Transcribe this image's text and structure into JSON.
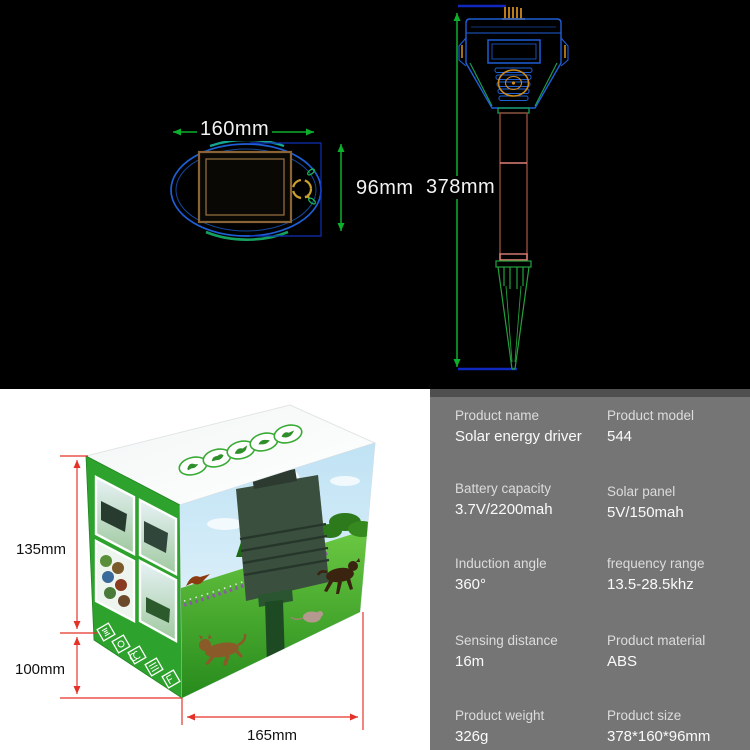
{
  "dimension_drawings": {
    "top_view": {
      "width": "160mm",
      "height": "96mm"
    },
    "side_view": {
      "height": "378mm"
    }
  },
  "package": {
    "side_height": "135mm",
    "front_height": "100mm",
    "width": "165mm"
  },
  "specs": {
    "rows": [
      {
        "left": {
          "label": "Product name",
          "value": "Solar energy driver"
        },
        "right": {
          "label": "Product model",
          "value": "544"
        }
      },
      {
        "left": {
          "label": "Battery capacity",
          "value": "3.7V/2200mah"
        },
        "right": {
          "label": "Solar panel",
          "value": "5V/150mah"
        }
      },
      {
        "left": {
          "label": "Induction angle",
          "value": "360°"
        },
        "right": {
          "label": "frequency range",
          "value": "13.5-28.5khz"
        }
      },
      {
        "left": {
          "label": "Sensing distance",
          "value": "16m"
        },
        "right": {
          "label": "Product material",
          "value": "ABS"
        }
      },
      {
        "left": {
          "label": "Product weight",
          "value": "326g"
        },
        "right": {
          "label": "Product size",
          "value": "378*160*96mm"
        }
      }
    ]
  },
  "colors": {
    "background_top": "#000000",
    "panel_gray": "#757575",
    "panel_gray_dark": "#4f4f4f",
    "wireframe_blue": "#1e5fd6",
    "dimension_green": "#0db02b",
    "dimension_red": "#e53228",
    "brand_green": "#2da32d",
    "accent_orange": "#cf8a1e"
  }
}
